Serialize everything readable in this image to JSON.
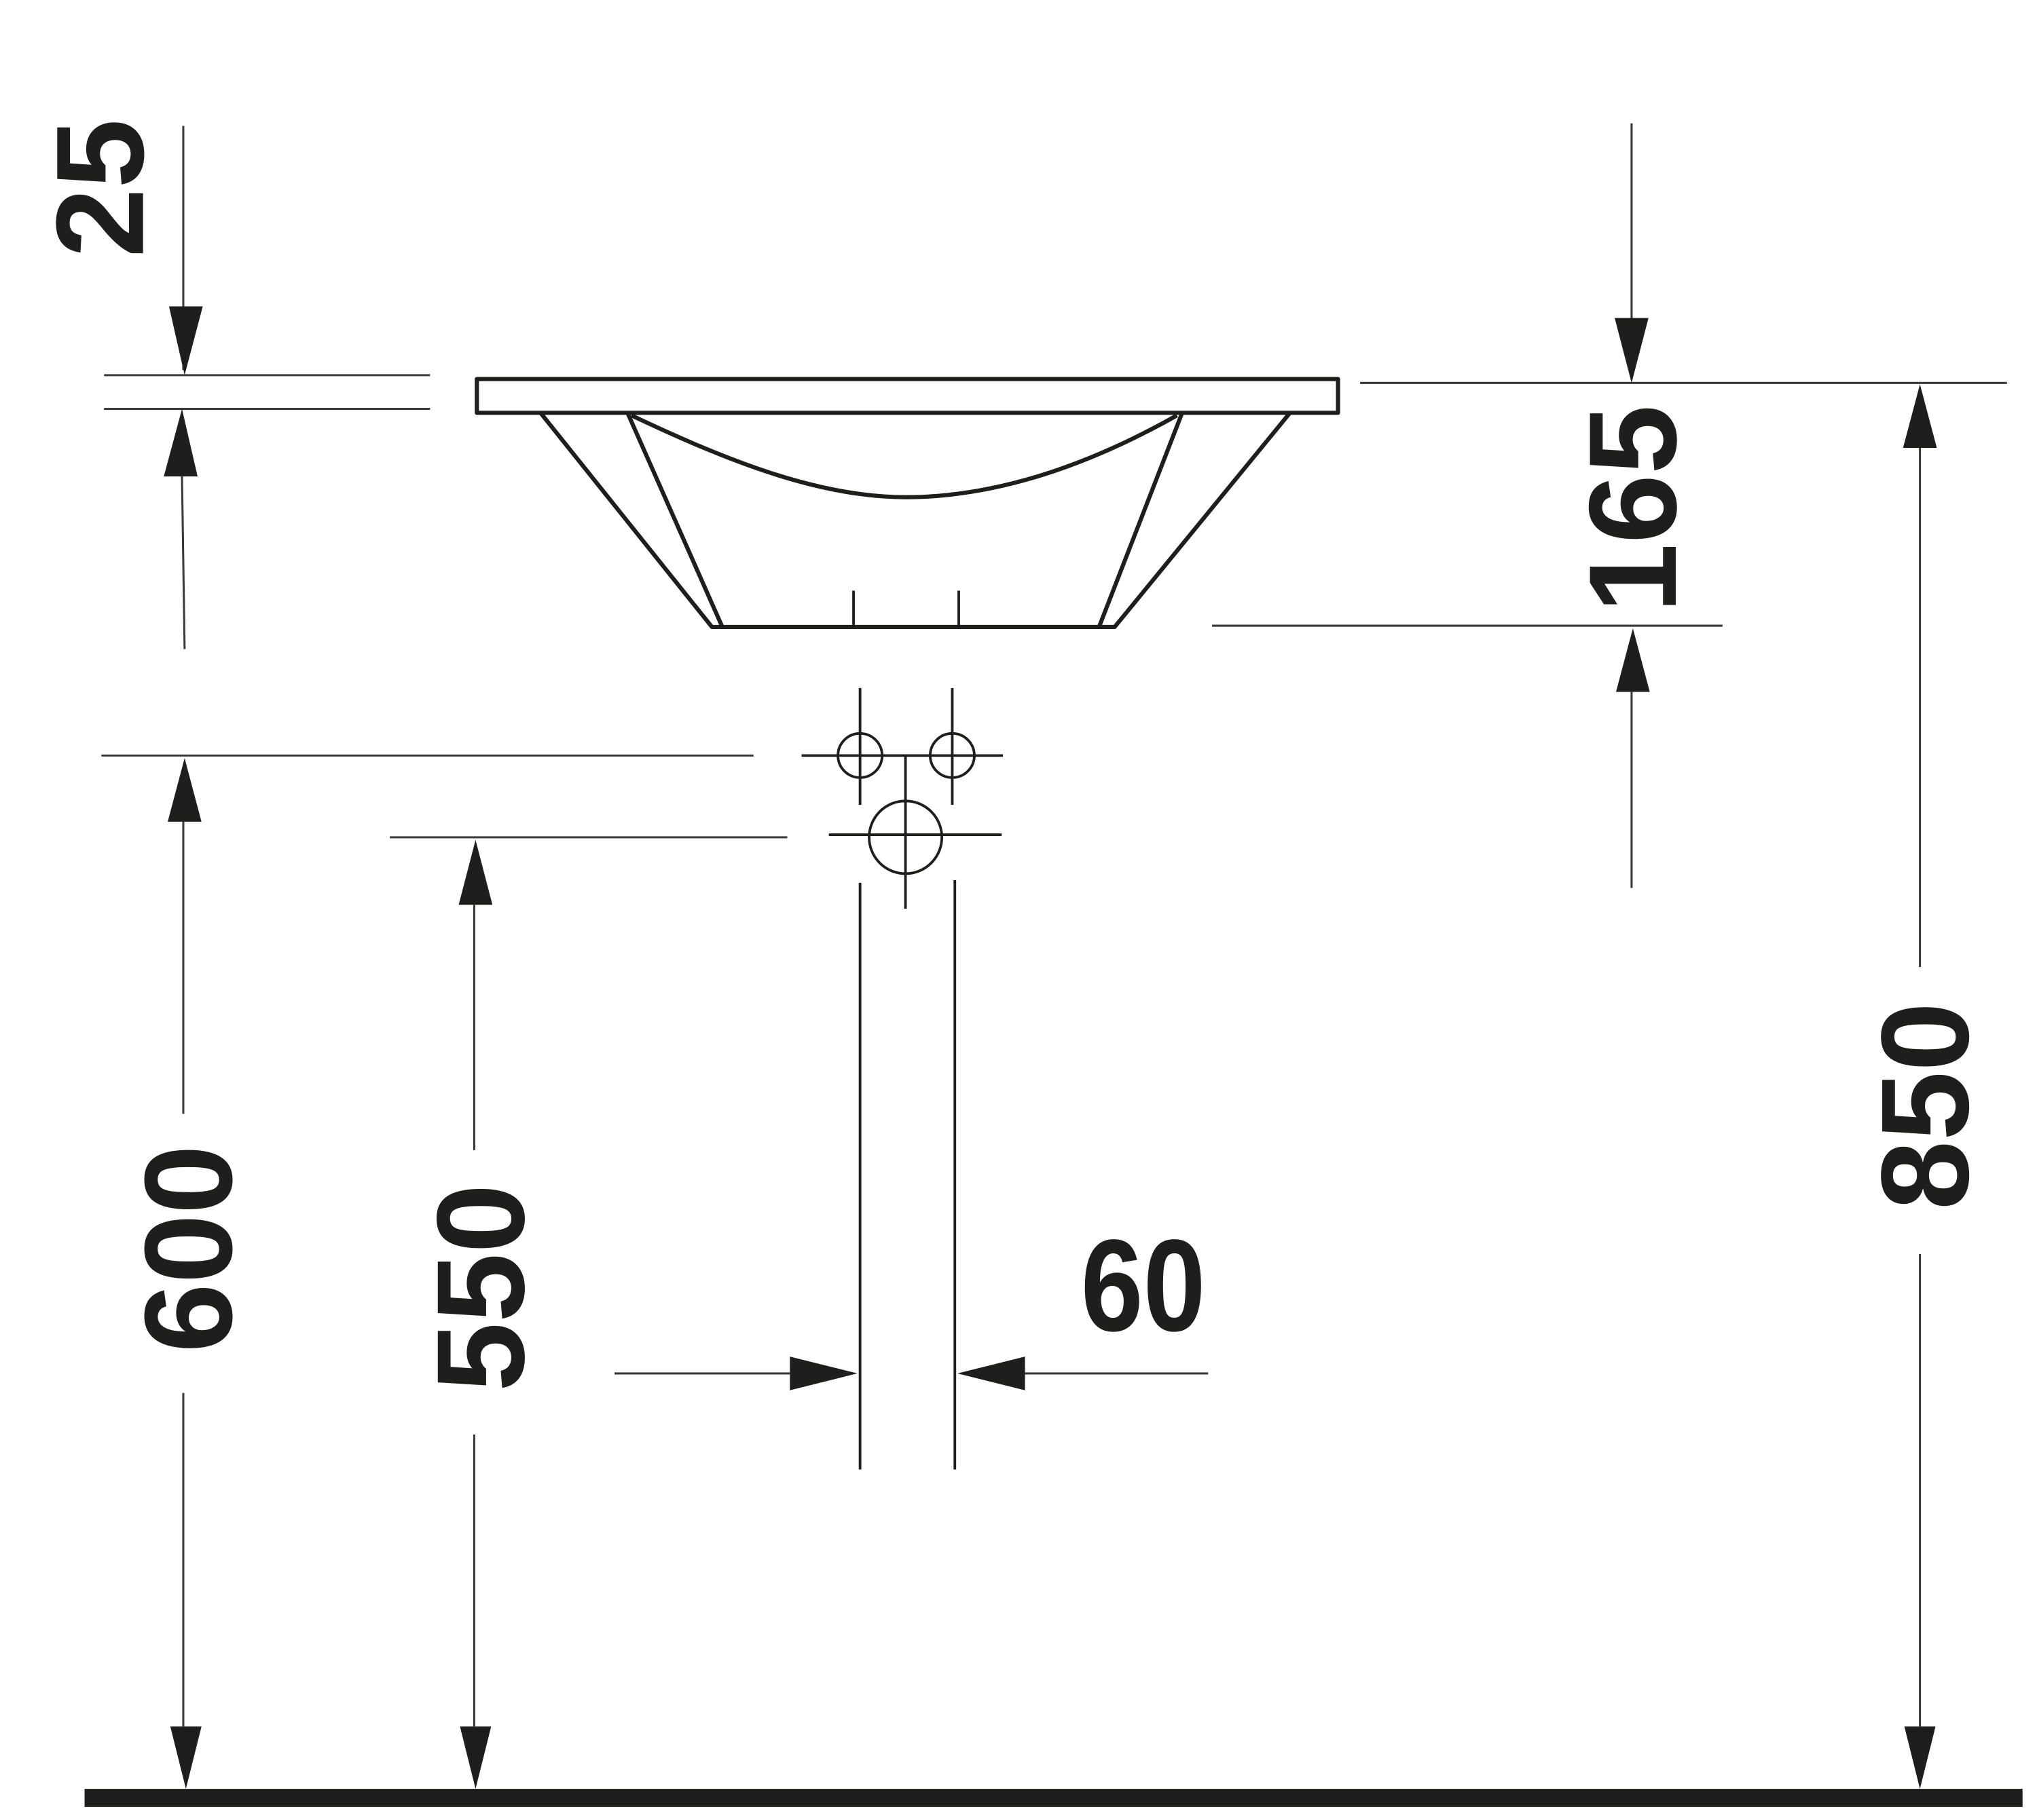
{
  "drawing": {
    "type": "washbasin installation dimension drawing",
    "units": "mm",
    "colors": {
      "line": "#1e1e1c",
      "background": "#ffffff"
    }
  },
  "dimensions": {
    "rim_thickness": {
      "value": "25",
      "orientation": "vertical"
    },
    "basin_depth": {
      "value": "165",
      "orientation": "vertical"
    },
    "rim_height_from_floor": {
      "value": "850",
      "orientation": "vertical"
    },
    "supply_height_from_floor": {
      "value": "600",
      "orientation": "vertical"
    },
    "waste_height_from_floor": {
      "value": "550",
      "orientation": "vertical"
    },
    "waste_pipe_width": {
      "value": "60",
      "orientation": "horizontal"
    }
  }
}
